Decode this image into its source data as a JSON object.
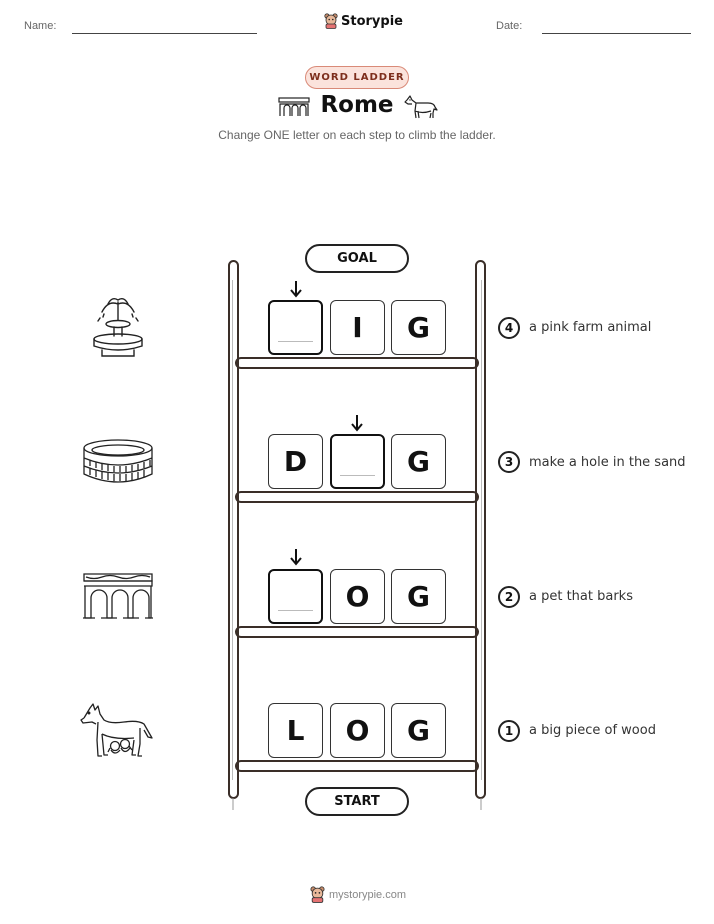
{
  "header": {
    "name_label": "Name:",
    "date_label": "Date:",
    "brand": "Storypie"
  },
  "badge": "WORD LADDER",
  "title": "Rome",
  "subtitle": "Change ONE letter on each step to climb the ladder.",
  "goal_label": "GOAL",
  "start_label": "START",
  "rungs": [
    {
      "number": "4",
      "clue": "a pink farm animal",
      "letters": [
        "",
        "I",
        "G"
      ],
      "blank_index": 0,
      "icon": "fountain-icon"
    },
    {
      "number": "3",
      "clue": "make a hole in the sand",
      "letters": [
        "D",
        "",
        "G"
      ],
      "blank_index": 1,
      "icon": "colosseum-icon"
    },
    {
      "number": "2",
      "clue": "a pet that barks",
      "letters": [
        "",
        "O",
        "G"
      ],
      "blank_index": 0,
      "icon": "aqueduct-icon"
    },
    {
      "number": "1",
      "clue": "a big piece of wood",
      "letters": [
        "L",
        "O",
        "G"
      ],
      "blank_index": null,
      "icon": "she-wolf-icon"
    }
  ],
  "footer": "mystorypie.com"
}
